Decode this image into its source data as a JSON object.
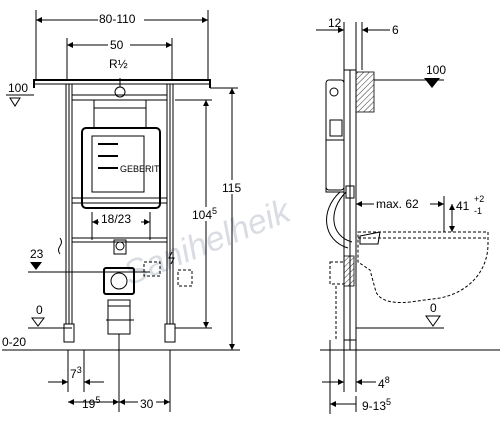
{
  "front_view": {
    "dim_total_width": "80-110",
    "dim_frame_width": "50",
    "thread_label": "R½",
    "level_top": "100",
    "level_mid": "23",
    "level_floor": "0",
    "floor_range": "0-20",
    "dim_bolt_spacing": "18/23",
    "dim_height_total": "115",
    "dim_height_inner_main": "104",
    "dim_height_inner_sup": "5",
    "dim_bottom_1_main": "7",
    "dim_bottom_1_sup": "3",
    "dim_bottom_2_main": "19",
    "dim_bottom_2_sup": "5",
    "dim_bottom_3": "30",
    "brand_label": "GEBERIT"
  },
  "side_view": {
    "dim_top_1": "12",
    "dim_top_2": "6",
    "level_top": "100",
    "dim_max_reach": "max. 62",
    "dim_outlet_main": "41",
    "dim_outlet_tol_plus": "+2",
    "dim_outlet_tol_minus": "-1",
    "level_floor": "0",
    "dim_bottom_1_main": "4",
    "dim_bottom_1_sup": "8",
    "dim_bottom_2_main": "9-13",
    "dim_bottom_2_sup": "5"
  },
  "watermark": "Sanihelheik"
}
